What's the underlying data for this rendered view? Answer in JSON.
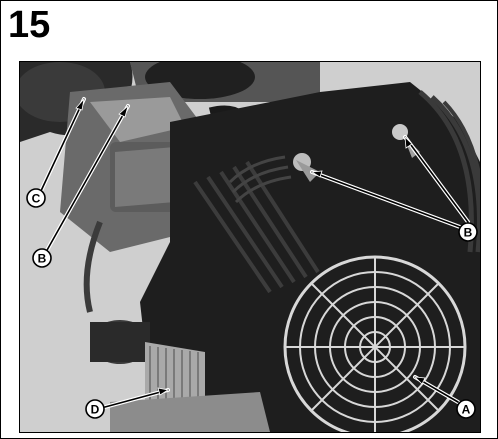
{
  "figure": {
    "number": "15"
  },
  "callouts": [
    {
      "id": "callout-a",
      "letter": "A"
    },
    {
      "id": "callout-b1",
      "letter": "B"
    },
    {
      "id": "callout-b2",
      "letter": "B"
    },
    {
      "id": "callout-c",
      "letter": "C"
    },
    {
      "id": "callout-d",
      "letter": "D"
    }
  ]
}
